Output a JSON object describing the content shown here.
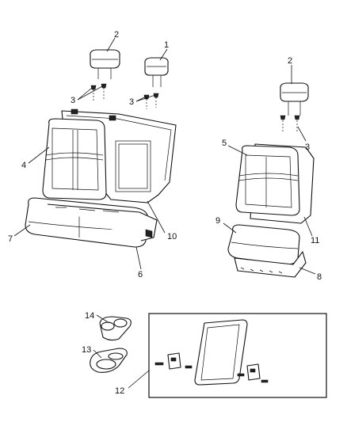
{
  "diagram": {
    "callouts": [
      {
        "id": "c1",
        "text": "1"
      },
      {
        "id": "c2a",
        "text": "2"
      },
      {
        "id": "c2b",
        "text": "2"
      },
      {
        "id": "c3a",
        "text": "3"
      },
      {
        "id": "c3b",
        "text": "3"
      },
      {
        "id": "c3c",
        "text": "3"
      },
      {
        "id": "c4",
        "text": "4"
      },
      {
        "id": "c5",
        "text": "5"
      },
      {
        "id": "c6",
        "text": "6"
      },
      {
        "id": "c7",
        "text": "7"
      },
      {
        "id": "c8",
        "text": "8"
      },
      {
        "id": "c9",
        "text": "9"
      },
      {
        "id": "c10",
        "text": "10"
      },
      {
        "id": "c11",
        "text": "11"
      },
      {
        "id": "c12",
        "text": "12"
      },
      {
        "id": "c13",
        "text": "13"
      },
      {
        "id": "c14",
        "text": "14"
      }
    ]
  }
}
